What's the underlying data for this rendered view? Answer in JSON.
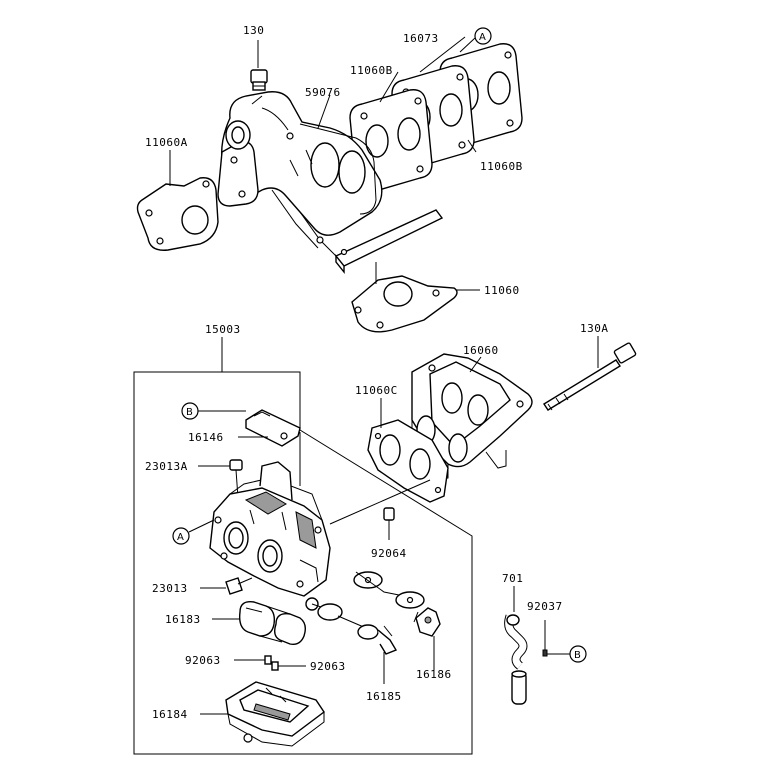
{
  "colors": {
    "ink": "#000000",
    "paper": "#ffffff"
  },
  "labels": {
    "p130": "130",
    "p16073": "16073",
    "pA_top": "A",
    "p11060B_a": "11060B",
    "p59076": "59076",
    "p11060A": "11060A",
    "p11060B_b": "11060B",
    "p11060": "11060",
    "p15003": "15003",
    "p130A": "130A",
    "p16060": "16060",
    "p11060C": "11060C",
    "pB_top": "B",
    "p16146": "16146",
    "p23013A": "23013A",
    "pA_bot": "A",
    "p92064": "92064",
    "p23013": "23013",
    "p701": "701",
    "p92037": "92037",
    "p16183": "16183",
    "pB_bot": "B",
    "p92063_a": "92063",
    "p92063_b": "92063",
    "p16186": "16186",
    "p16185": "16185",
    "p16184": "16184"
  }
}
